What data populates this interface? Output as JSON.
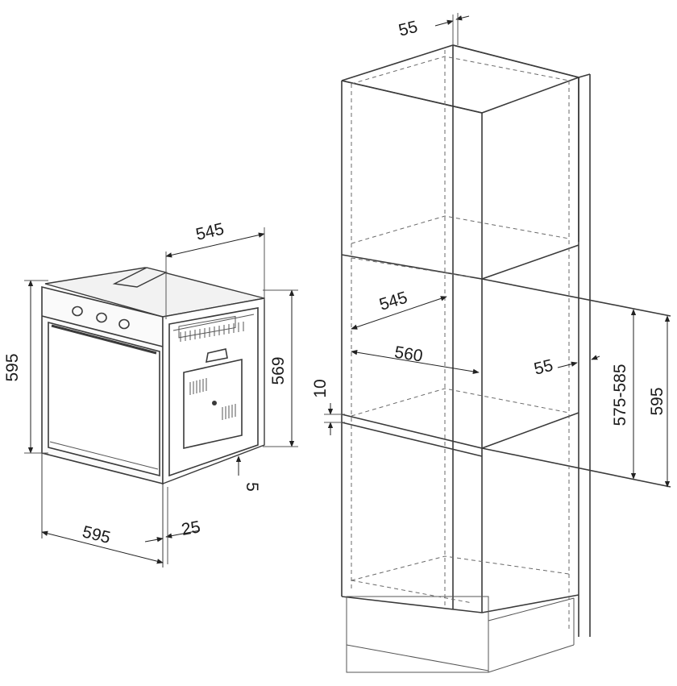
{
  "oven": {
    "dims": {
      "height": "595",
      "width": "595",
      "depth": "545",
      "side_height": "569",
      "front_offset": "25",
      "bottom_offset": "5"
    }
  },
  "cabinet": {
    "dims": {
      "top_panel": "55",
      "depth_545": "545",
      "depth_560": "560",
      "rear_gap": "55",
      "shelf_thickness": "10",
      "niche_height_range": "575-585",
      "niche_height": "595"
    }
  }
}
